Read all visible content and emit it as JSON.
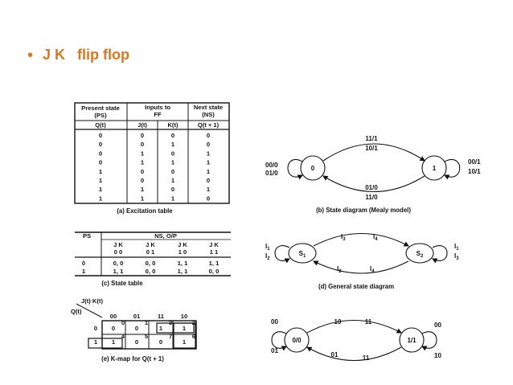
{
  "slide": {
    "bullet": "•",
    "title": "J K   flip flop",
    "accent_color": "#e0761a"
  },
  "excitation_table": {
    "headers": [
      [
        "Present state",
        "(PS)",
        "Q(t)"
      ],
      [
        "Inputs to",
        "FF",
        "J(t)",
        "K(t)"
      ],
      [
        "Next state",
        "(NS)",
        "Q(t + 1)"
      ]
    ],
    "rows": [
      [
        "0",
        "0",
        "0",
        "0"
      ],
      [
        "0",
        "0",
        "1",
        "0"
      ],
      [
        "0",
        "1",
        "0",
        "1"
      ],
      [
        "0",
        "1",
        "1",
        "1"
      ],
      [
        "1",
        "0",
        "0",
        "1"
      ],
      [
        "1",
        "0",
        "1",
        "0"
      ],
      [
        "1",
        "1",
        "0",
        "1"
      ],
      [
        "1",
        "1",
        "1",
        "0"
      ]
    ],
    "caption": "(a) Excitation table"
  },
  "state_table": {
    "ps_header": "PS",
    "ns_header": "NS, O/P",
    "col_jk": [
      "J K",
      "J K",
      "J K",
      "J K"
    ],
    "col_vals": [
      "0 0",
      "0 1",
      "1 0",
      "1 1"
    ],
    "rows": [
      [
        "0",
        "0, 0",
        "0, 0",
        "1, 1",
        "1, 1"
      ],
      [
        "1",
        "1, 1",
        "0, 0",
        "1, 1",
        "0, 0"
      ]
    ],
    "caption": "(c) State table"
  },
  "kmap": {
    "jk_label": "J(t) K(t)",
    "q_label": "Q(t)",
    "col_headers": [
      "00",
      "01",
      "11",
      "10"
    ],
    "row_headers": [
      "0",
      "1"
    ],
    "cells": [
      [
        "0",
        "0",
        "1",
        "1"
      ],
      [
        "1",
        "0",
        "0",
        "1"
      ]
    ],
    "cell_indices": [
      [
        "0",
        "1",
        "3",
        "2"
      ],
      [
        "4",
        "5",
        "7",
        "6"
      ]
    ],
    "caption": "(e) K-map for Q(t + 1)"
  },
  "mealy_diagram": {
    "state_left": "0",
    "state_right": "1",
    "top_labels": [
      "11/1",
      "10/1"
    ],
    "bottom_labels": [
      "01/0",
      "11/0"
    ],
    "left_loop": [
      "00/0",
      "01/0"
    ],
    "right_loop": [
      "00/1",
      "10/1"
    ],
    "caption": "(b) State diagram (Mealy model)"
  },
  "general_diagram": {
    "state_left": "S",
    "state_left_sub": "1",
    "state_right": "S",
    "state_right_sub": "2",
    "top_labels": [
      {
        "t": "I",
        "s": "3"
      },
      {
        "t": "I",
        "s": "4"
      }
    ],
    "bottom_labels": [
      {
        "t": "I",
        "s": "2"
      },
      {
        "t": "I",
        "s": "4"
      }
    ],
    "left_loop": [
      {
        "t": "I",
        "s": "1"
      },
      {
        "t": "I",
        "s": "2"
      }
    ],
    "right_loop": [
      {
        "t": "I",
        "s": "1"
      },
      {
        "t": "I",
        "s": "3"
      }
    ],
    "caption": "(d) General state diagram"
  },
  "moore_diagram": {
    "state_left": "0/0",
    "state_right": "1/1",
    "top_labels": [
      "10",
      "11"
    ],
    "bottom_labels": [
      "01",
      "11"
    ],
    "left_loop": [
      "00",
      "01"
    ],
    "right_loop": [
      "00",
      "10"
    ]
  }
}
